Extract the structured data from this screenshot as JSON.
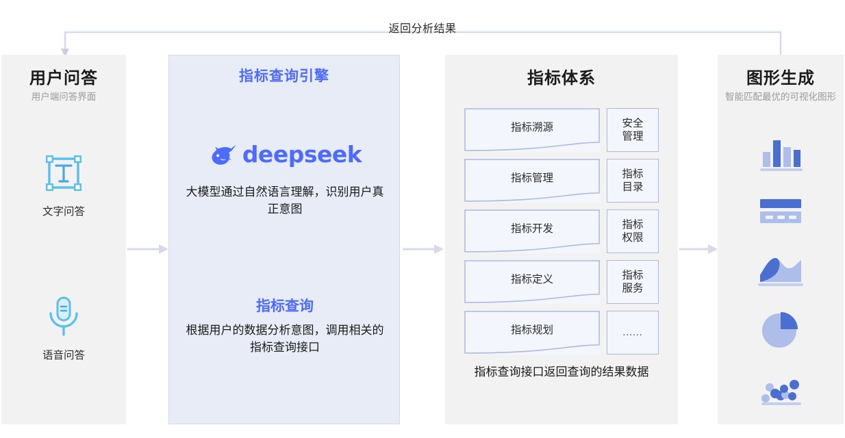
{
  "return_flow": {
    "label": "返回分析结果"
  },
  "columns": [
    {
      "key": "user-qa",
      "title": "用户问答",
      "subtitle": "用户端问答界面",
      "items": [
        {
          "icon": "text-cursor-icon",
          "label": "文字问答"
        },
        {
          "icon": "microphone-icon",
          "label": "语音问答"
        }
      ]
    },
    {
      "key": "metric-query-engine",
      "title": "指标查询引擎",
      "logo": "deepseek",
      "logo_text": "deepseek",
      "desc_1": "大模型通过自然语言理解，识别用户真正意图",
      "section_title": "指标查询",
      "desc_2": "根据用户的数据分析意图，调用相关的指标查询接口"
    },
    {
      "key": "metric-system",
      "title": "指标体系",
      "rows": [
        {
          "wide": "指标溯源",
          "narrow": "安全\n管理"
        },
        {
          "wide": "指标管理",
          "narrow": "指标\n目录"
        },
        {
          "wide": "指标开发",
          "narrow": "指标\n权限"
        },
        {
          "wide": "指标定义",
          "narrow": "指标\n服务"
        },
        {
          "wide": "指标规划",
          "narrow": "......"
        }
      ],
      "footer": "指标查询接口返回查询的结果数据"
    },
    {
      "key": "chart-generation",
      "title": "图形生成",
      "subtitle": "智能匹配最优的可视化图形",
      "icons": [
        "bar-chart-icon",
        "table-chart-icon",
        "area-chart-icon",
        "pie-chart-icon",
        "scatter-chart-icon"
      ]
    }
  ],
  "colors": {
    "accent": "#4d6bfe",
    "panel_grey": "#f2f2f2",
    "panel_blue": "#e8ecf6",
    "arrow": "#d6dbec",
    "icon_cyan": "#5bc0ec",
    "card_border": "#aab9e0",
    "chart_light": "#aebeea",
    "chart_dark": "#4a6fd0"
  }
}
